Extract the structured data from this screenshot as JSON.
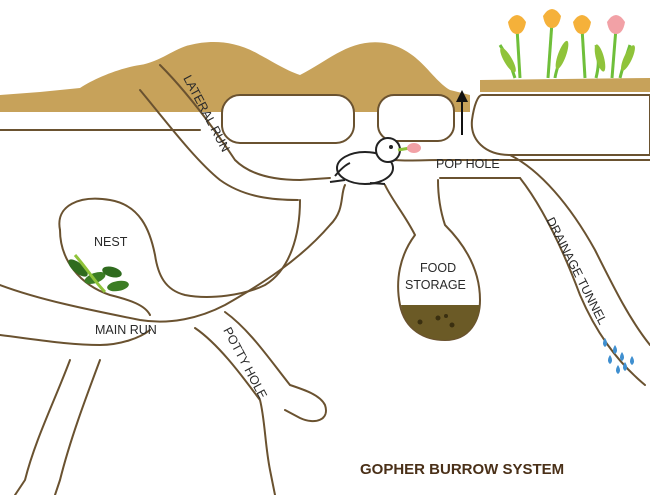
{
  "title": "GOPHER BURROW SYSTEM",
  "labels": {
    "lateral_run": "LATERAL RUN",
    "pop_hole": "POP HOLE",
    "nest": "NEST",
    "food_storage_line1": "FOOD",
    "food_storage_line2": "STORAGE",
    "drainage_tunnel": "DRAINAGE TUNNEL",
    "main_run": "MAIN RUN",
    "potty_hole": "POTTY HOLE"
  },
  "colors": {
    "soil_mound": "#c7a25a",
    "ground_line": "#b8924a",
    "tunnel_stroke": "#6a5230",
    "title": "#4a3018",
    "food_deposit": "#6b5a26",
    "water_drop": "#3f8fd0",
    "leaf_dark": "#2f6b1e",
    "leaf_light": "#8fc33a",
    "tulip_orange": "#f5b13a",
    "tulip_pink": "#f2a1a6",
    "stem": "#6fbf3a"
  },
  "icons": [
    "gopher-icon",
    "up-arrow-icon",
    "tulip-icon",
    "leaf-icon",
    "water-drop-icon"
  ]
}
